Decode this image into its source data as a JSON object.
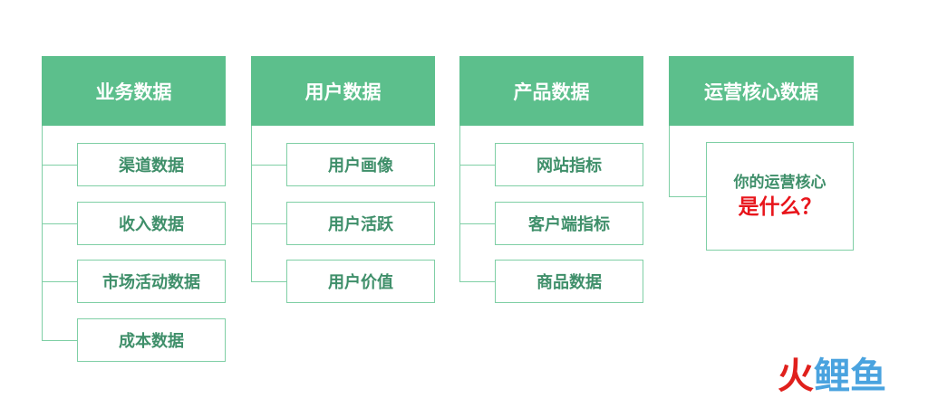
{
  "columns": [
    {
      "title": "业务数据",
      "items": [
        "渠道数据",
        "收入数据",
        "市场活动数据",
        "成本数据"
      ]
    },
    {
      "title": "用户数据",
      "items": [
        "用户画像",
        "用户活跃",
        "用户价值"
      ]
    },
    {
      "title": "产品数据",
      "items": [
        "网站指标",
        "客户端指标",
        "商品数据"
      ]
    },
    {
      "title": "运营核心数据"
    }
  ],
  "core_question": {
    "line1": "你的运营核心",
    "line2": "是什么？"
  },
  "watermark": {
    "char1": "火",
    "char2": "鲤",
    "char3": "鱼"
  },
  "colors": {
    "header": "#5cbf8c",
    "border": "#7fcfa5",
    "text": "#3f8f6a",
    "accent": "#e8151b"
  }
}
